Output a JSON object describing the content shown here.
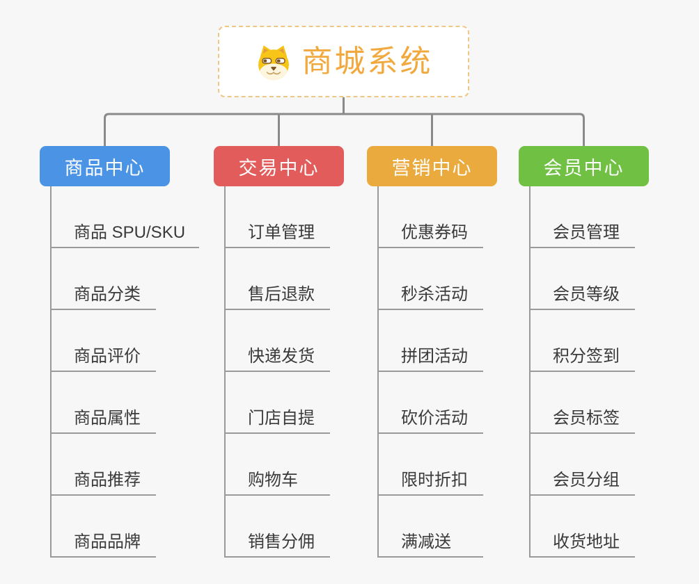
{
  "root": {
    "title": "商城系统",
    "icon": "doge-icon",
    "title_color": "#f1a93e",
    "border_color": "#f0c685"
  },
  "connector_color": "#8a8a8a",
  "sub_line_color": "#9a9a9a",
  "background_color": "#f7f7f7",
  "branches": [
    {
      "label": "商品中心",
      "color": "#4b93e5",
      "items": [
        "商品 SPU/SKU",
        "商品分类",
        "商品评价",
        "商品属性",
        "商品推荐",
        "商品品牌"
      ]
    },
    {
      "label": "交易中心",
      "color": "#e25c5c",
      "items": [
        "订单管理",
        "售后退款",
        "快递发货",
        "门店自提",
        "购物车",
        "销售分佣"
      ]
    },
    {
      "label": "营销中心",
      "color": "#ebaa3d",
      "items": [
        "优惠券码",
        "秒杀活动",
        "拼团活动",
        "砍价活动",
        "限时折扣",
        "满减送"
      ]
    },
    {
      "label": "会员中心",
      "color": "#6fc043",
      "items": [
        "会员管理",
        "会员等级",
        "积分签到",
        "会员标签",
        "会员分组",
        "收货地址"
      ]
    }
  ]
}
